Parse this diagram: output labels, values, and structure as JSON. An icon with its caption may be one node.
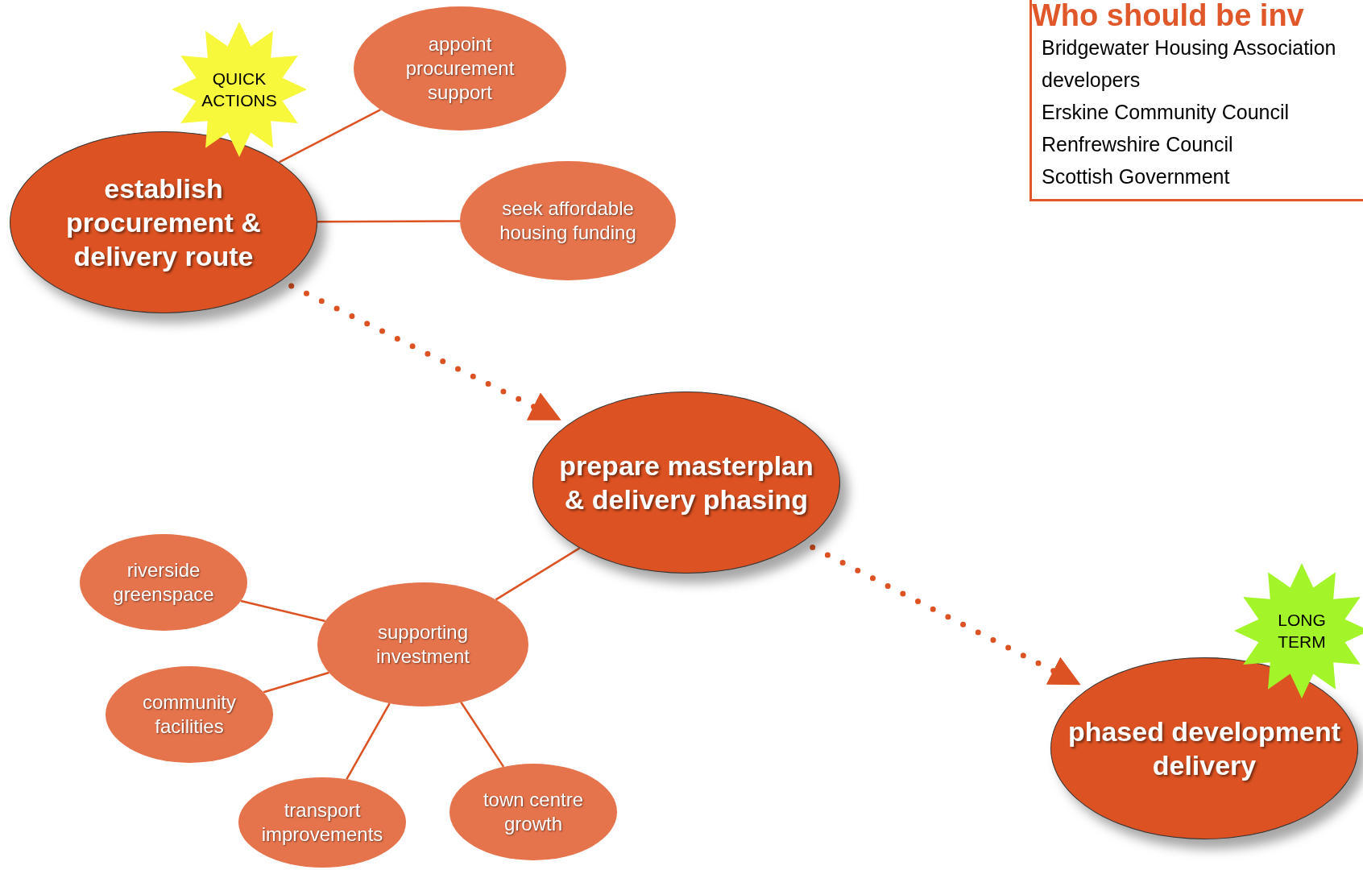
{
  "diagram": {
    "nodes": [
      {
        "text": [
          "QUICK ACTIONS"
        ]
      },
      {
        "text": [
          "appoint procurement support"
        ]
      },
      {
        "text": [
          "establish procurement & delivery route"
        ]
      },
      {
        "text": [
          "seek affordable housing funding"
        ]
      },
      {
        "text": [
          "Who should be inv",
          "Bridgewater Housing Association",
          "developers",
          "Erskine Community Council",
          "Renfrewshire Council",
          "Scottish Government"
        ]
      },
      {
        "text": [
          "prepare masterplan & delivery phasing"
        ]
      },
      {
        "text": [
          "riverside greenspace"
        ]
      },
      {
        "text": [
          "supporting investment"
        ]
      },
      {
        "text": [
          "community facilities"
        ]
      },
      {
        "text": [
          "transport improvements"
        ]
      },
      {
        "text": [
          "town centre growth"
        ]
      },
      {
        "text": [
          "LONG TERM"
        ]
      },
      {
        "text": [
          "phased development delivery"
        ]
      }
    ],
    "edges": [
      {
        "from": 2,
        "to": 1,
        "arrow": "none"
      },
      {
        "from": 2,
        "to": 3,
        "arrow": "none"
      },
      {
        "from": 2,
        "to": 5,
        "arrow": "to",
        "style": "dashed"
      },
      {
        "from": 5,
        "to": 7,
        "arrow": "none"
      },
      {
        "from": 7,
        "to": 6,
        "arrow": "none"
      },
      {
        "from": 7,
        "to": 8,
        "arrow": "none"
      },
      {
        "from": 7,
        "to": 9,
        "arrow": "none"
      },
      {
        "from": 7,
        "to": 10,
        "arrow": "none"
      },
      {
        "from": 5,
        "to": 12,
        "arrow": "to",
        "style": "dashed"
      }
    ]
  }
}
